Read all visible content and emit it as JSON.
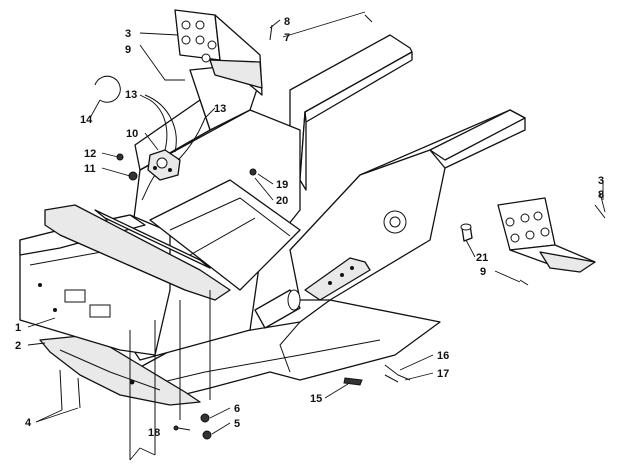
{
  "callouts": [
    {
      "id": "c1",
      "label": "1"
    },
    {
      "id": "c2",
      "label": "2"
    },
    {
      "id": "c3a",
      "label": "3"
    },
    {
      "id": "c3b",
      "label": "3"
    },
    {
      "id": "c4",
      "label": "4"
    },
    {
      "id": "c5",
      "label": "5"
    },
    {
      "id": "c6",
      "label": "6"
    },
    {
      "id": "c7",
      "label": "7"
    },
    {
      "id": "c8a",
      "label": "8"
    },
    {
      "id": "c8b",
      "label": "8"
    },
    {
      "id": "c9a",
      "label": "9"
    },
    {
      "id": "c9b",
      "label": "9"
    },
    {
      "id": "c10",
      "label": "10"
    },
    {
      "id": "c11",
      "label": "11"
    },
    {
      "id": "c12",
      "label": "12"
    },
    {
      "id": "c13a",
      "label": "13"
    },
    {
      "id": "c13b",
      "label": "13"
    },
    {
      "id": "c14",
      "label": "14"
    },
    {
      "id": "c15",
      "label": "15"
    },
    {
      "id": "c16",
      "label": "16"
    },
    {
      "id": "c17",
      "label": "17"
    },
    {
      "id": "c18",
      "label": "18"
    },
    {
      "id": "c19",
      "label": "19"
    },
    {
      "id": "c20",
      "label": "20"
    },
    {
      "id": "c21",
      "label": "21"
    }
  ],
  "colors": {
    "line": "#111111",
    "background": "#ffffff",
    "shade": "#e9e9e9"
  }
}
